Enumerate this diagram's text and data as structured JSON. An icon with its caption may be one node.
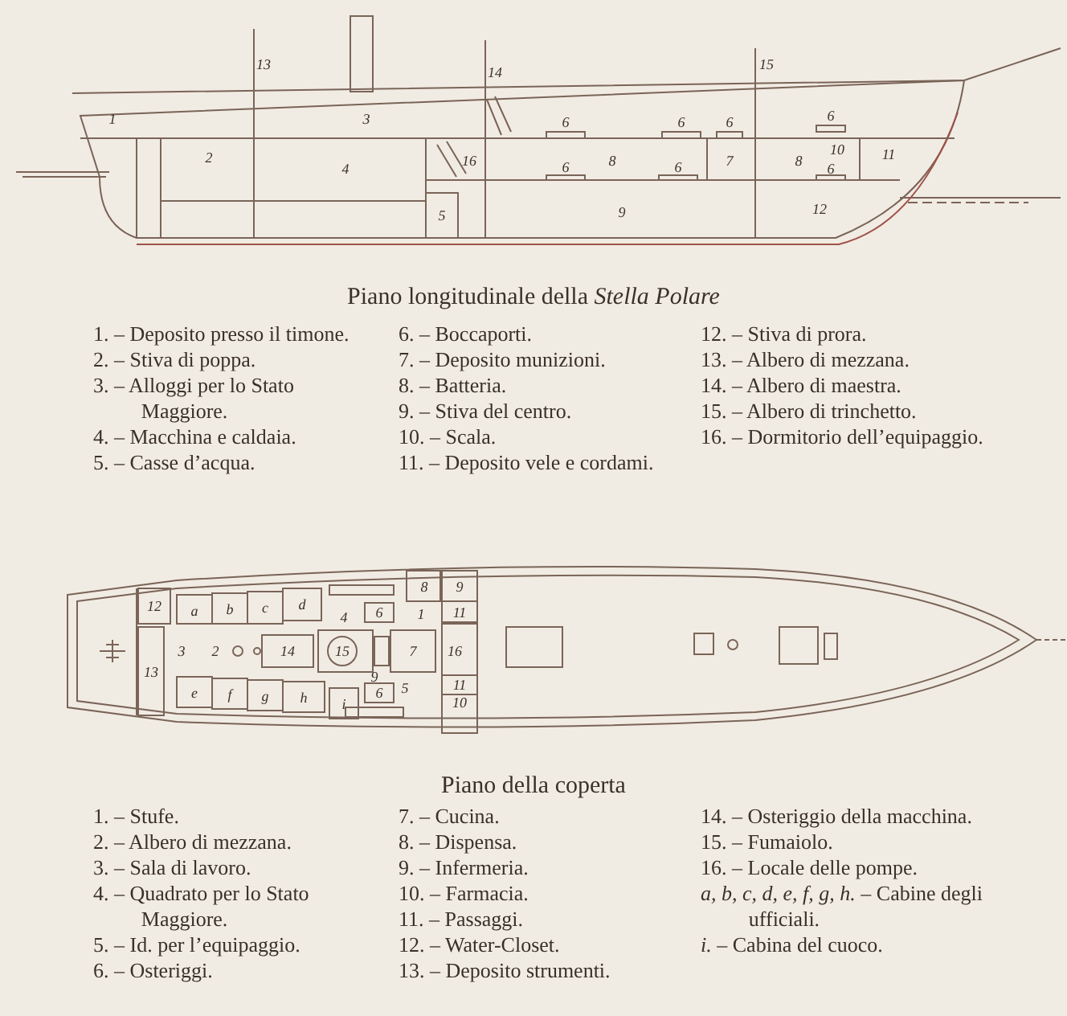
{
  "diagram": {
    "labels": [
      "13",
      "14",
      "15",
      "1",
      "3",
      "6",
      "6",
      "6",
      "6",
      "2",
      "16",
      "8",
      "7",
      "8",
      "10",
      "11",
      "4",
      "6",
      "6",
      "6",
      "5",
      "9",
      "12",
      "Piano longitudinale della *Stella Polare*",
      "1. – Deposito presso il timone.",
      "2. – Stiva di poppa.",
      "3. – Alloggi per lo Stato Maggiore.",
      "4. – Macchina e caldaia.",
      "5. – Casse d’acqua.",
      "6. – Boccaporti.",
      "7. – Deposito munizioni.",
      "8. – Batteria.",
      "9. – Stiva del centro.",
      "10. – Scala.",
      "11. – Deposito vele e cordami.",
      "12. – Stiva di prora.",
      "13. – Albero di mezzana.",
      "14. – Albero di maestra.",
      "15. – Albero di trinchetto.",
      "16. – Dormitorio dell’equipaggio.",
      "12",
      "a",
      "b",
      "c",
      "d",
      "8",
      "9",
      "4",
      "6",
      "1",
      "11",
      "3",
      "2",
      "14",
      "15",
      "7",
      "16",
      "13",
      "e",
      "f",
      "g",
      "h",
      "i",
      "9",
      "6",
      "5",
      "11",
      "10",
      "Piano della coperta",
      "1. – Stufe.",
      "2. – Albero di mezzana.",
      "3. – Sala di lavoro.",
      "4. – Quadrato per lo Stato Maggiore.",
      "5. – Id. per l’equipaggio.",
      "6. – Osteriggi.",
      "7. – Cucina.",
      "8. – Dispensa.",
      "9. – Infermeria.",
      "10. – Farmacia.",
      "11. – Passaggi.",
      "12. – Water-Closet.",
      "13. – Deposito strumenti.",
      "14. – Osteriggio della macchina.",
      "15. – Fumaiolo.",
      "16. – Locale delle pompe.",
      "*a, b, c, d, e, f, g, h.* – Cabine degli ufficiali.",
      "*i.* – Cabina del cuoco."
    ]
  }
}
